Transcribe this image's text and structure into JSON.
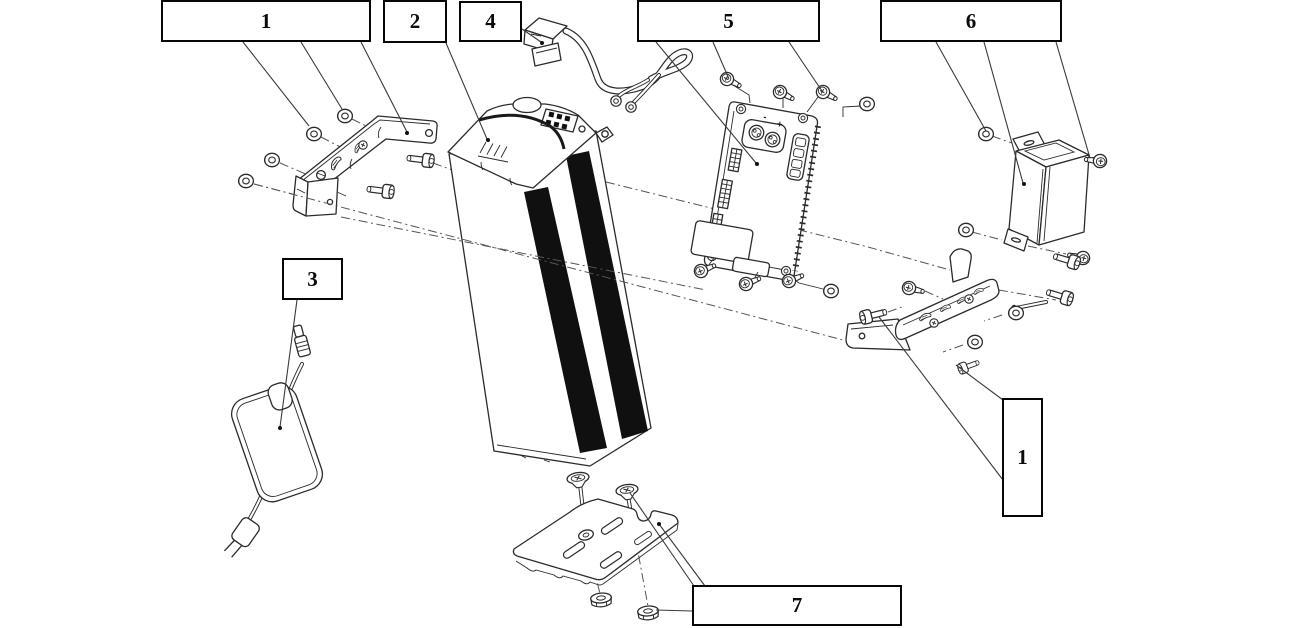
{
  "figure": {
    "type": "exploded-parts-diagram",
    "background": "#ffffff",
    "line_color": "#2b2b2b",
    "callouts": [
      {
        "id": "1-left",
        "text": "1"
      },
      {
        "id": "2",
        "text": "2"
      },
      {
        "id": "4",
        "text": "4"
      },
      {
        "id": "5",
        "text": "5"
      },
      {
        "id": "6",
        "text": "6"
      },
      {
        "id": "3",
        "text": "3"
      },
      {
        "id": "1-right",
        "text": "1"
      },
      {
        "id": "7",
        "text": "7"
      }
    ],
    "controller_markings": {
      "negative": "-",
      "positive": "+"
    }
  }
}
